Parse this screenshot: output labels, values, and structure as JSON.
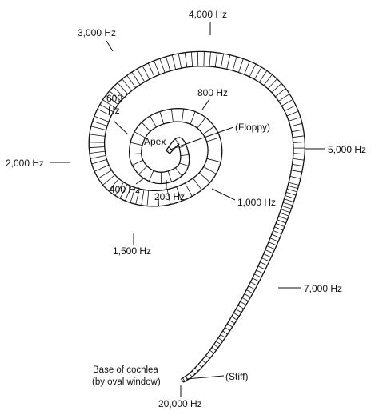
{
  "labels": {
    "hz_4000": "4,000 Hz",
    "hz_3000": "3,000 Hz",
    "hz_600_line1": "600",
    "hz_600_line2": "Hz",
    "hz_800": "800 Hz",
    "floppy": "(Floppy)",
    "apex": "Apex",
    "hz_5000": "5,000 Hz",
    "hz_2000": "2,000 Hz",
    "hz_400": "400 Hz",
    "hz_200": "200 Hz",
    "hz_1000": "1,000 Hz",
    "hz_1500": "1,500 Hz",
    "hz_7000": "7,000 Hz",
    "base_line1": "Base of cochlea",
    "base_line2": "(by oval window)",
    "stiff": "(Stiff)",
    "hz_20000": "20,000 Hz"
  }
}
